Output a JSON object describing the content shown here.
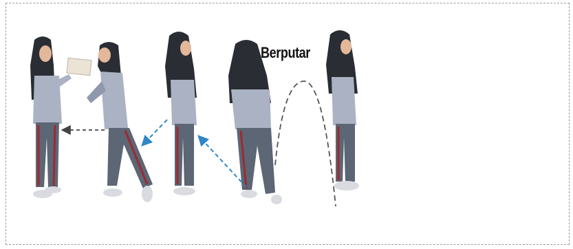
{
  "illustration": {
    "turn_label": "Berputar",
    "colors": {
      "hijab": "#2a2d33",
      "shirt": "#aab2c4",
      "shirt_shadow": "#8f98ad",
      "pants": "#5c6675",
      "pants_stripe": "#9c2a2f",
      "shoe": "#d9dbe0",
      "skin": "#e2b79a",
      "box": "#ebe3d6",
      "arrow_black": "#444444",
      "arrow_blue": "#2e86c8",
      "arc": "#555555"
    },
    "figures": [
      {
        "role": "receiver-holding-box",
        "facing": "right"
      },
      {
        "role": "passer-walking",
        "facing": "left"
      },
      {
        "role": "standing-side",
        "facing": "right"
      },
      {
        "role": "turning-back-view",
        "facing": "away"
      },
      {
        "role": "standing-side-end",
        "facing": "right"
      }
    ]
  }
}
